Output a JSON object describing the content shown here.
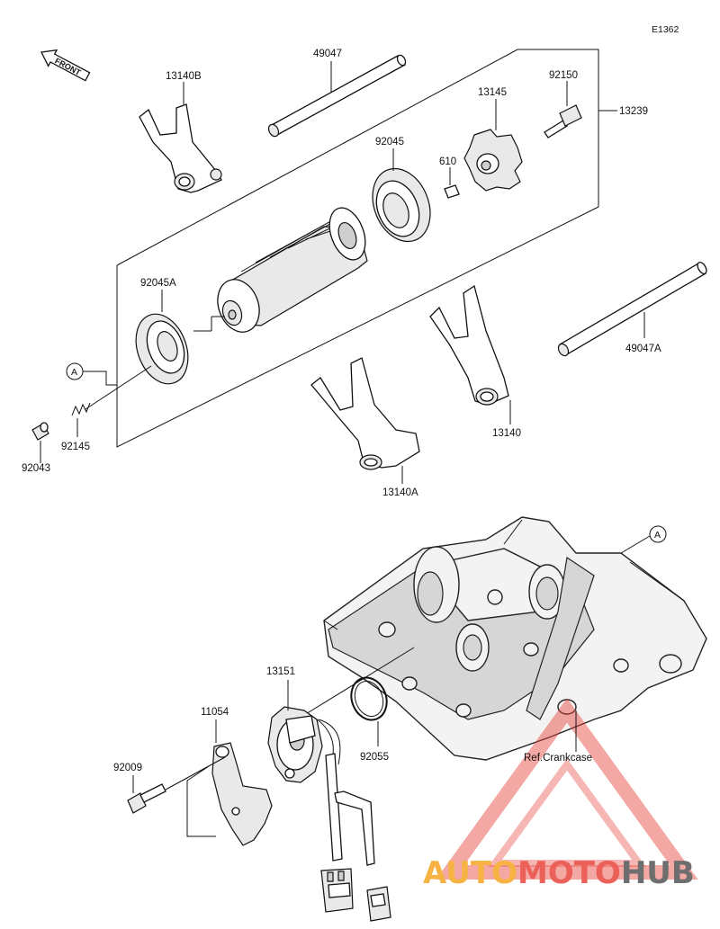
{
  "diagram_code": "E1362",
  "front_indicator": "FRONT",
  "callouts": {
    "p13140B": "13140B",
    "p49047": "49047",
    "p92150": "92150",
    "p13145": "13145",
    "p13239": "13239",
    "p92045": "92045",
    "p610": "610",
    "p92045A": "92045A",
    "ref_a_top": "A",
    "p92145": "92145",
    "p92043": "92043",
    "p13140": "13140",
    "p13140A": "13140A",
    "p49047A": "49047A",
    "ref_a_case": "A",
    "p13151": "13151",
    "p11054": "11054",
    "p92055": "92055",
    "p92009": "92009",
    "ref_crankcase": "Ref.Crankcase"
  },
  "watermark": {
    "part1": "AUTO",
    "part2": "MOTO",
    "part3": "HUB",
    "color_orange": "#f5a623",
    "color_red": "#e8453c",
    "color_grey": "#555555"
  }
}
